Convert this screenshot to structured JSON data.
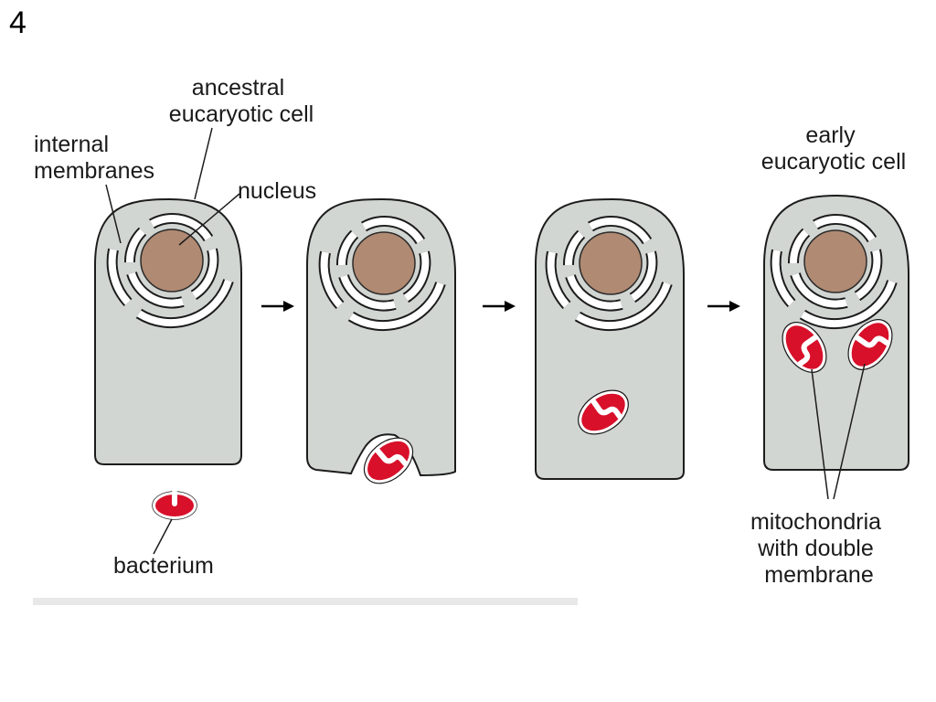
{
  "slide_number": "4",
  "labels": {
    "ancestral_cell": [
      "ancestral",
      "eucaryotic cell"
    ],
    "internal_membranes": [
      "internal",
      "membranes"
    ],
    "nucleus": "nucleus",
    "early_cell": [
      "early",
      "eucaryotic cell"
    ],
    "bacterium": "bacterium",
    "mitochondria": [
      "mitochondria",
      "with double",
      "membrane"
    ]
  },
  "colors": {
    "cytoplasm": "#d2d6d3",
    "nucleus": "#b08a72",
    "mitochondrion": "#d8102a",
    "membrane": "#ffffff"
  },
  "stages": [
    "ancestral eucaryotic cell",
    "engulfing bacterium",
    "bacterium inside cell",
    "early eucaryotic cell"
  ]
}
